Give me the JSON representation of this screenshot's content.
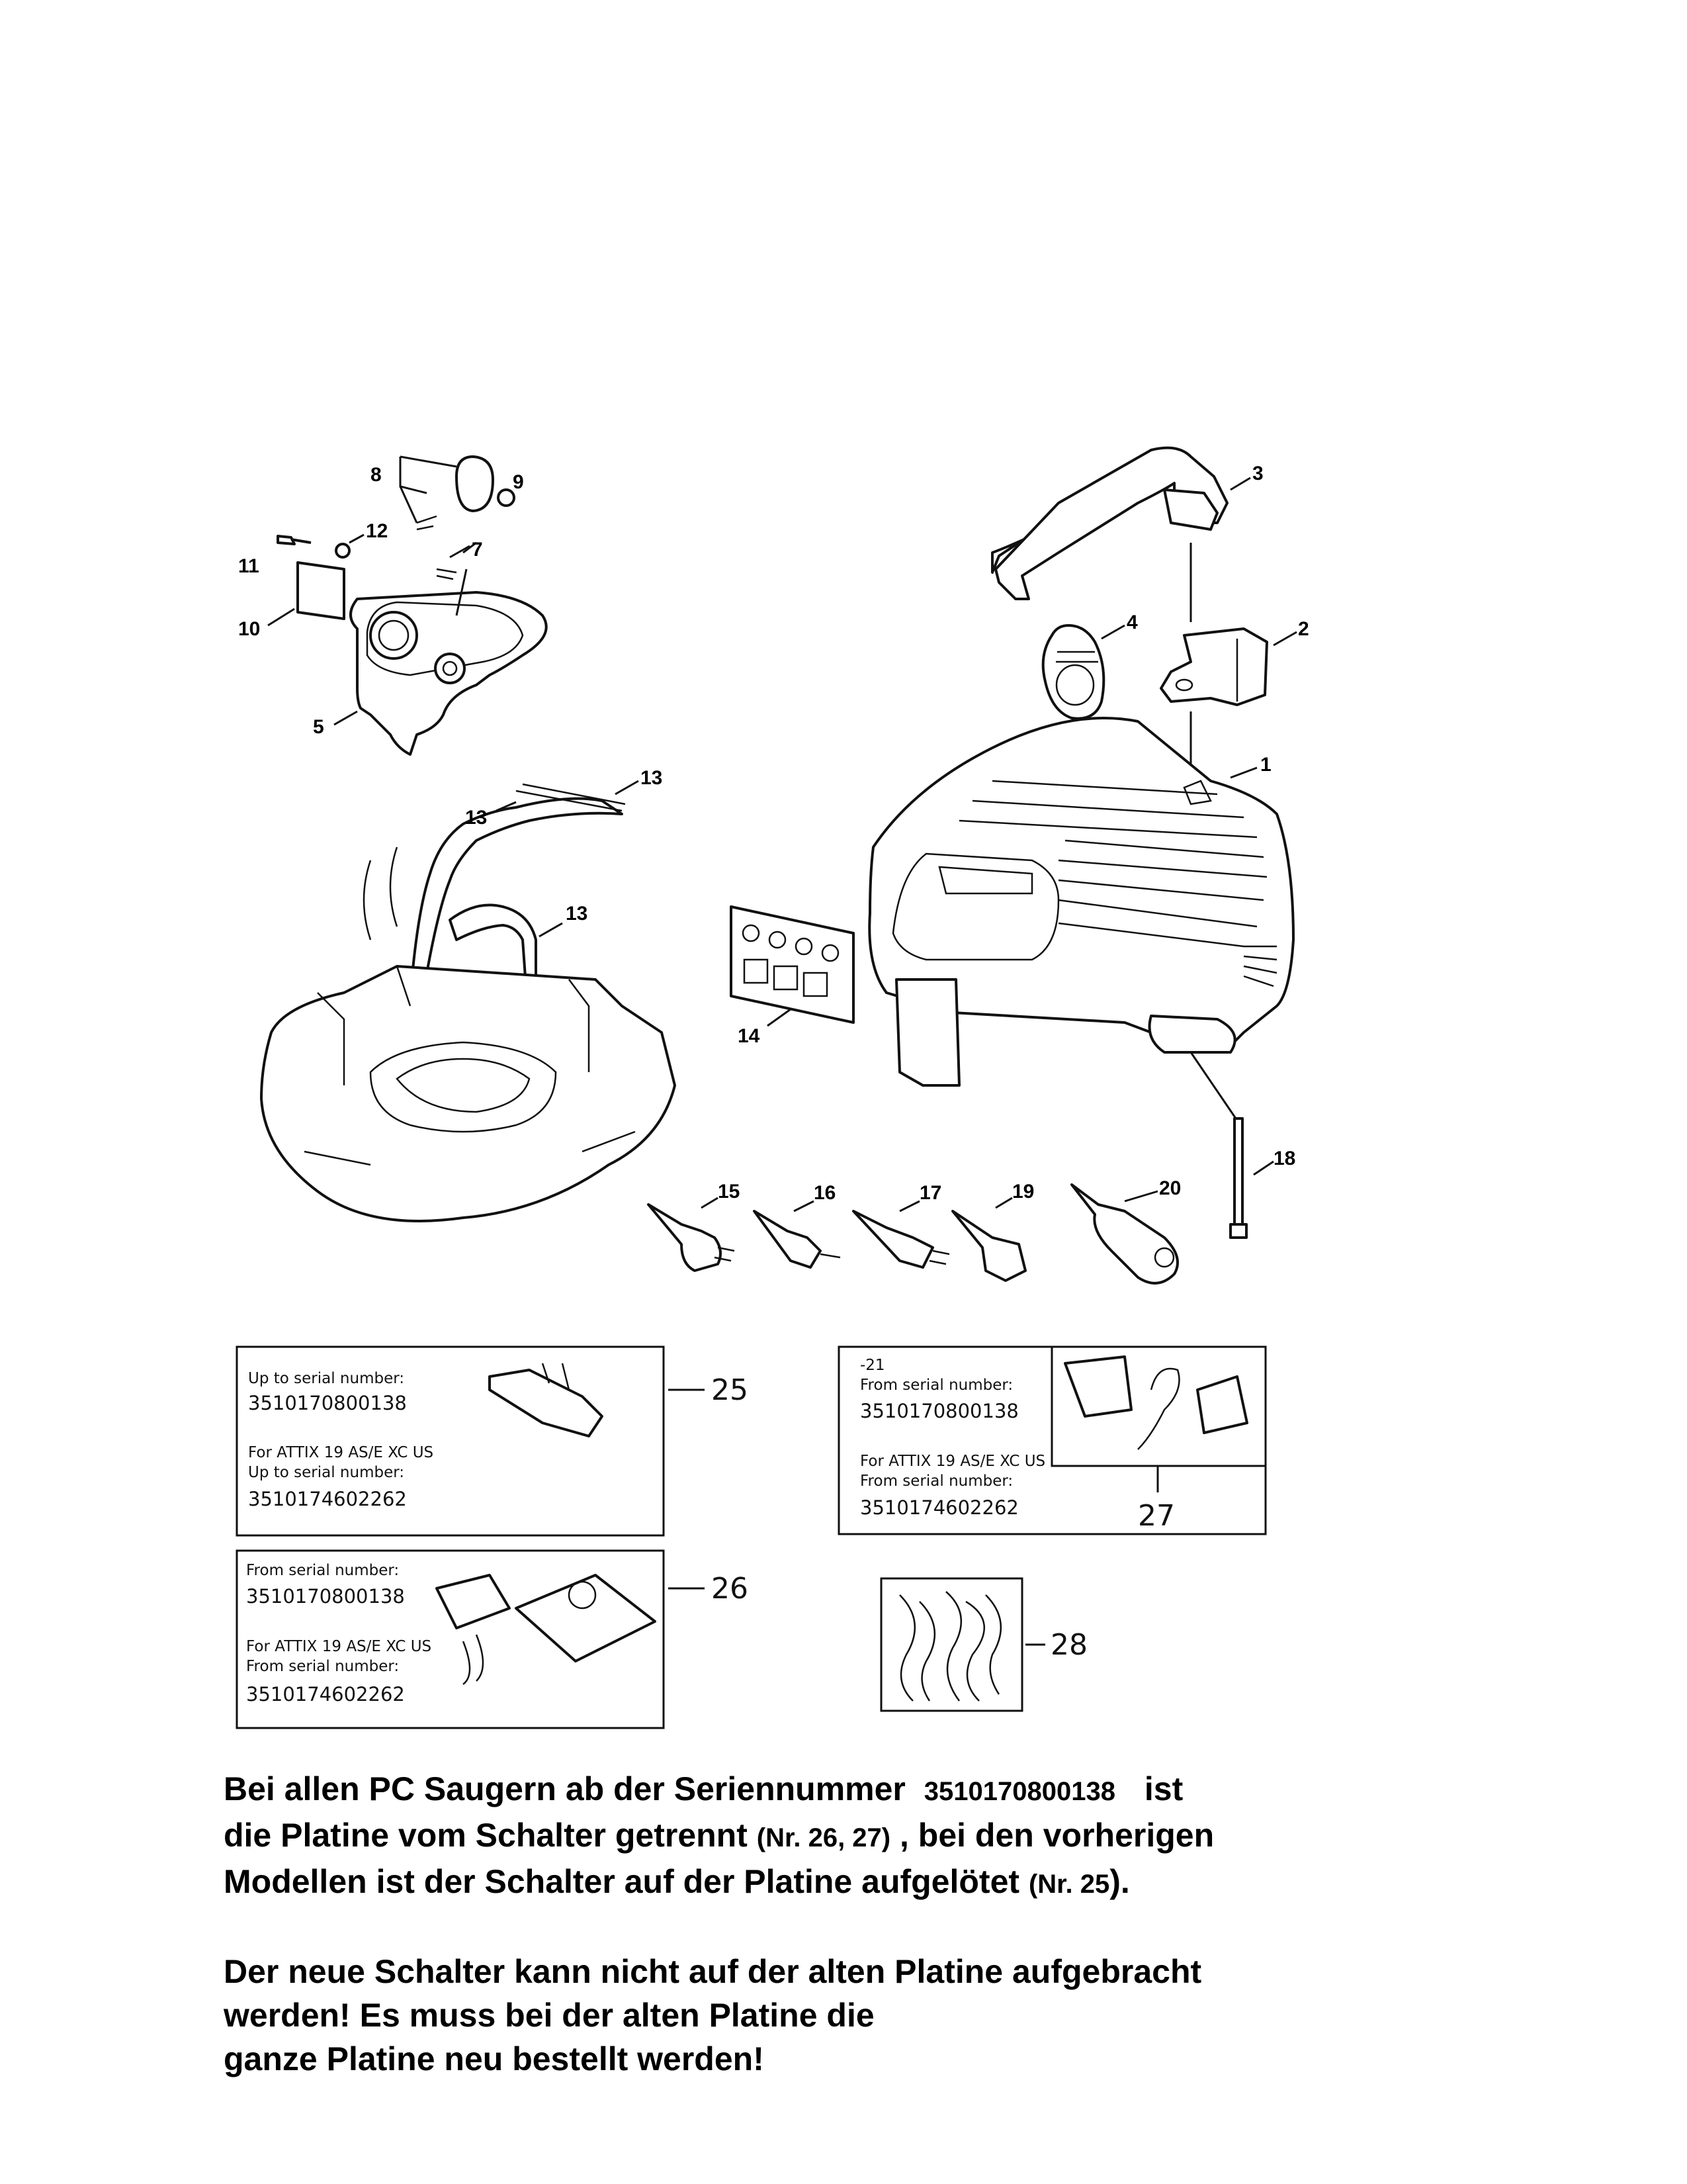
{
  "callouts": {
    "c1": "1",
    "c2": "2",
    "c3": "3",
    "c4": "4",
    "c5": "5",
    "c7": "7",
    "c8": "8",
    "c9": "9",
    "c10": "10",
    "c11": "11",
    "c12": "12",
    "c13": "13",
    "c14": "14",
    "c15": "15",
    "c16": "16",
    "c17": "17",
    "c18": "18",
    "c19": "19",
    "c20": "20",
    "c21": "-21",
    "c25": "25",
    "c26": "26",
    "c27": "27",
    "c28": "28"
  },
  "box25": {
    "line1": "Up to serial number:",
    "serial1": "3510170800138",
    "line2": "For ATTIX 19 AS/E XC US",
    "line3": "Up to serial number:",
    "serial2": "3510174602262"
  },
  "box26": {
    "line1": "From serial number:",
    "serial1": "3510170800138",
    "line2": "For ATTIX 19 AS/E XC US",
    "line3": "From serial number:",
    "serial2": "3510174602262"
  },
  "box27": {
    "line1": "From serial number:",
    "serial1": "3510170800138",
    "line2": "For ATTIX 19 AS/E XC US",
    "line3": "From serial number:",
    "serial2": "3510174602262"
  },
  "note": {
    "p1_a": "Bei allen PC Saugern ab der Seriennummer",
    "p1_serial": "3510170800138",
    "p1_b": "ist",
    "p1_c": "die Platine vom Schalter getrennt",
    "p1_nr1": "(Nr. 26, 27)",
    "p1_d": ", bei den vorherigen",
    "p1_e": "Modellen ist der Schalter auf der Platine aufgelötet",
    "p1_nr2": "(Nr. 25",
    "p1_f": ").",
    "p2_a": "Der neue Schalter kann nicht auf der alten Platine aufgebracht",
    "p2_b": "werden! Es muss bei der alten Platine die",
    "p2_c": "ganze Platine neu bestellt werden!"
  }
}
